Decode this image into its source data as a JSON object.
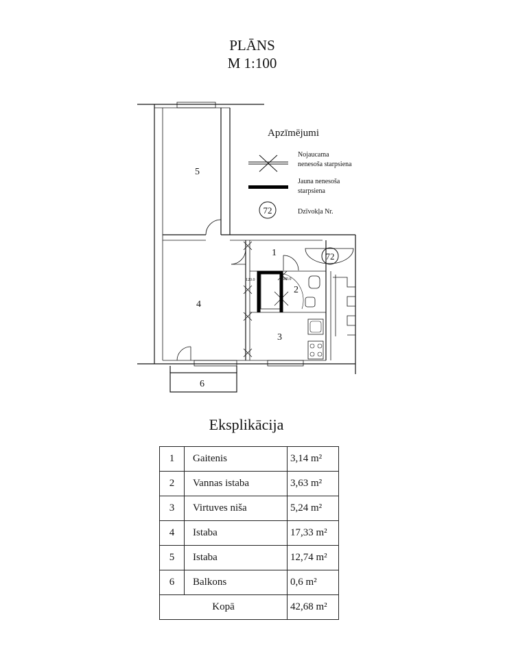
{
  "header": {
    "title": "PLĀNS",
    "scale": "M 1:100"
  },
  "legend": {
    "title": "Apzīmējumi",
    "items": [
      {
        "label_line1": "Nojaucama",
        "label_line2": "nenesoša starpsiena"
      },
      {
        "label_line1": "Jauna nenesoša",
        "label_line2": "starpsiena"
      },
      {
        "symbol": "72",
        "label_line1": "Dzīvokļa Nr."
      }
    ]
  },
  "plan": {
    "rooms": [
      "1",
      "2",
      "3",
      "4",
      "5",
      "6"
    ],
    "apartment_number": "72",
    "dim_left": "120.0",
    "dim_right": "2500.0"
  },
  "explication": {
    "title": "Eksplikācija",
    "rows": [
      {
        "no": "1",
        "name": "Gaitenis",
        "area": "3,14 m²"
      },
      {
        "no": "2",
        "name": "Vannas istaba",
        "area": "3,63 m²"
      },
      {
        "no": "3",
        "name": "Virtuves niša",
        "area": "5,24 m²"
      },
      {
        "no": "4",
        "name": "Istaba",
        "area": "17,33 m²"
      },
      {
        "no": "5",
        "name": "Istaba",
        "area": "12,74 m²"
      },
      {
        "no": "6",
        "name": "Balkons",
        "area": "0,6 m²"
      }
    ],
    "total_label": "Kopā",
    "total_area": "42,68 m²"
  }
}
